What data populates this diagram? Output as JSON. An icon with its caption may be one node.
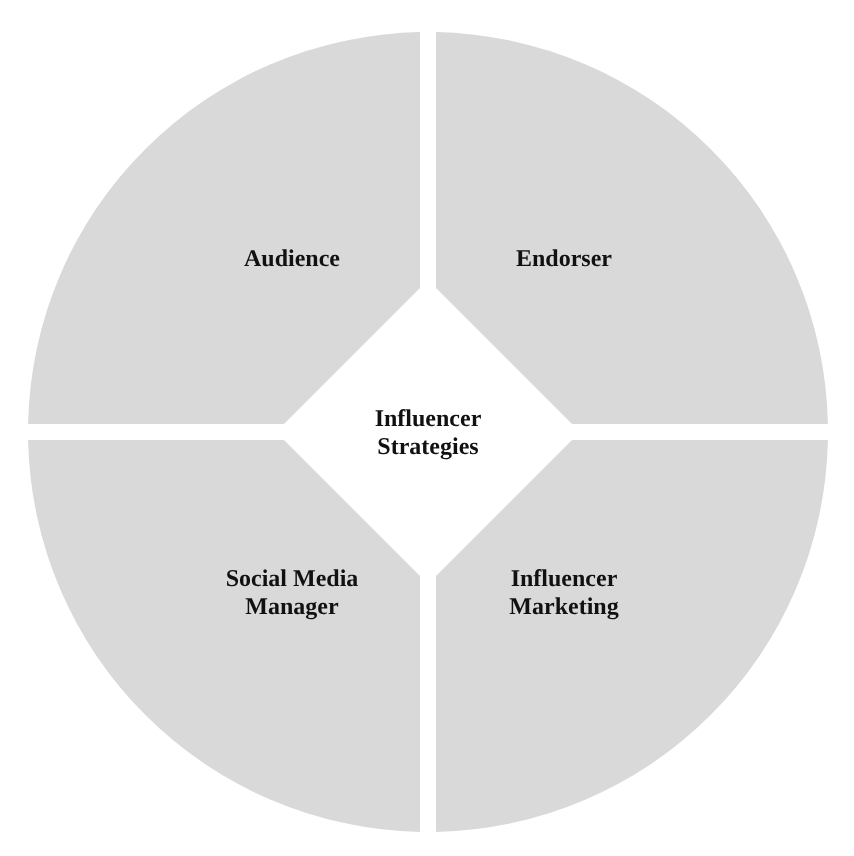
{
  "diagram": {
    "nodes": [
      {
        "text": [
          "Audience"
        ]
      },
      {
        "text": [
          "Endorser"
        ]
      },
      {
        "text": [
          "Influencer Strategies"
        ]
      },
      {
        "text": [
          "Social Media Manager"
        ]
      },
      {
        "text": [
          "Influencer Marketing"
        ]
      }
    ]
  }
}
